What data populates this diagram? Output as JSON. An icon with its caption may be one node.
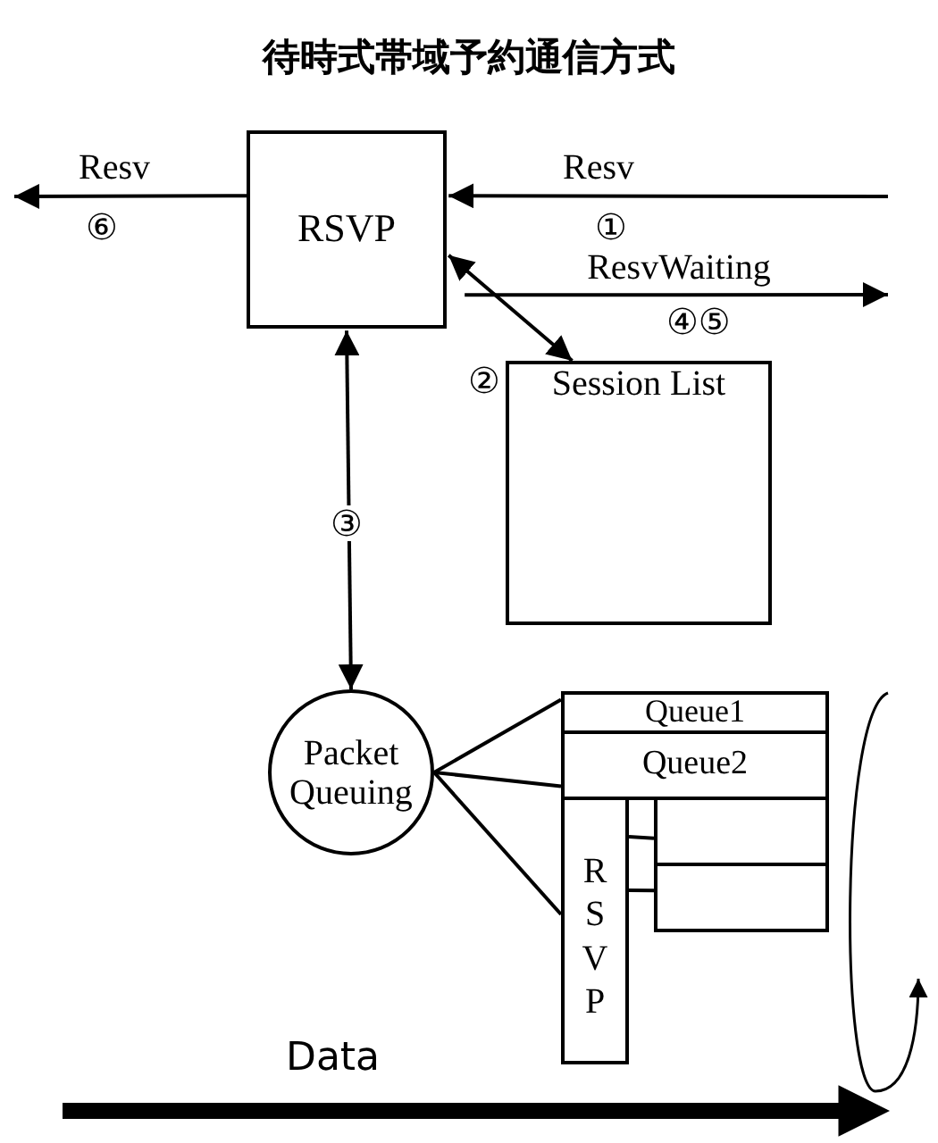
{
  "diagram": {
    "title": "待時式帯域予約通信方式",
    "nodes": [
      {
        "text": [
          "RSVP"
        ]
      },
      {
        "text": [
          "Session List"
        ]
      },
      {
        "text": [
          "Packet Queuing"
        ]
      },
      {
        "text": [
          "Queue1"
        ]
      },
      {
        "text": [
          "Queue2"
        ]
      },
      {
        "text": [
          "RSVP"
        ]
      },
      {
        "text": [],
        "shape": "box"
      },
      {
        "text": [],
        "shape": "box"
      }
    ],
    "edges": [
      {
        "from": null,
        "to": 0,
        "arrow": "to",
        "label": "Resv"
      },
      {
        "from": 0,
        "to": null,
        "arrow": "to",
        "label": "Resv"
      },
      {
        "from": 0,
        "to": null,
        "arrow": "to",
        "label": "ResvWaiting"
      },
      {
        "from": 0,
        "to": 1,
        "arrow": "both"
      },
      {
        "from": 0,
        "to": 2,
        "arrow": "both"
      },
      {
        "from": 2,
        "to": 3,
        "arrow": "none"
      },
      {
        "from": 2,
        "to": 4,
        "arrow": "none"
      },
      {
        "from": 2,
        "to": 5,
        "arrow": "none"
      },
      {
        "from": 5,
        "to": 6,
        "arrow": "none"
      },
      {
        "from": 5,
        "to": 7,
        "arrow": "none"
      }
    ],
    "labels": [
      "⑥",
      "①",
      "④⑤",
      "②",
      "③",
      "Data"
    ]
  }
}
